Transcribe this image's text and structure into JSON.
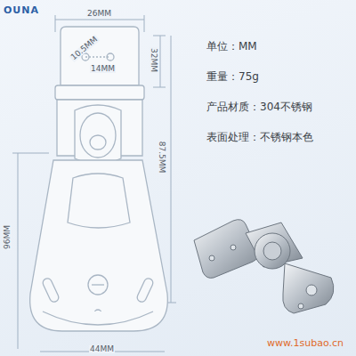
{
  "diagram": {
    "labels": [
      "OUNA",
      "26MM",
      "10.5MM",
      "14MM",
      "32MM",
      "87.5MM",
      "96MM",
      "44MM",
      "单位：MM",
      "重量：75g",
      "产品材质：304不锈钢",
      "表面处理：不锈钢本色",
      "www.1subao.cn"
    ]
  }
}
